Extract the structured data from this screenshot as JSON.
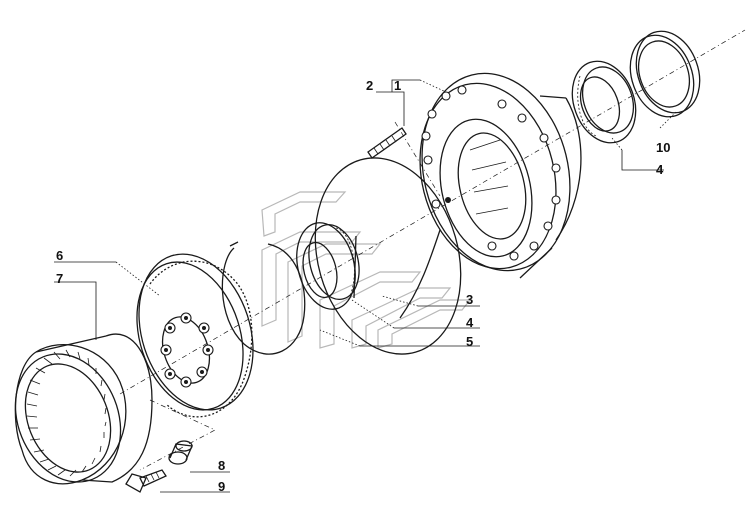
{
  "diagram": {
    "callouts": [
      {
        "id": "c1",
        "text": "1"
      },
      {
        "id": "c2",
        "text": "2"
      },
      {
        "id": "c3",
        "text": "3"
      },
      {
        "id": "c4a",
        "text": "4"
      },
      {
        "id": "c4b",
        "text": "4"
      },
      {
        "id": "c5",
        "text": "5"
      },
      {
        "id": "c6",
        "text": "6"
      },
      {
        "id": "c7",
        "text": "7"
      },
      {
        "id": "c8",
        "text": "8"
      },
      {
        "id": "c9",
        "text": "9"
      },
      {
        "id": "c10",
        "text": "10"
      }
    ],
    "line_color": "#1a1a1a",
    "watermark_color": "#b8b8b8"
  }
}
